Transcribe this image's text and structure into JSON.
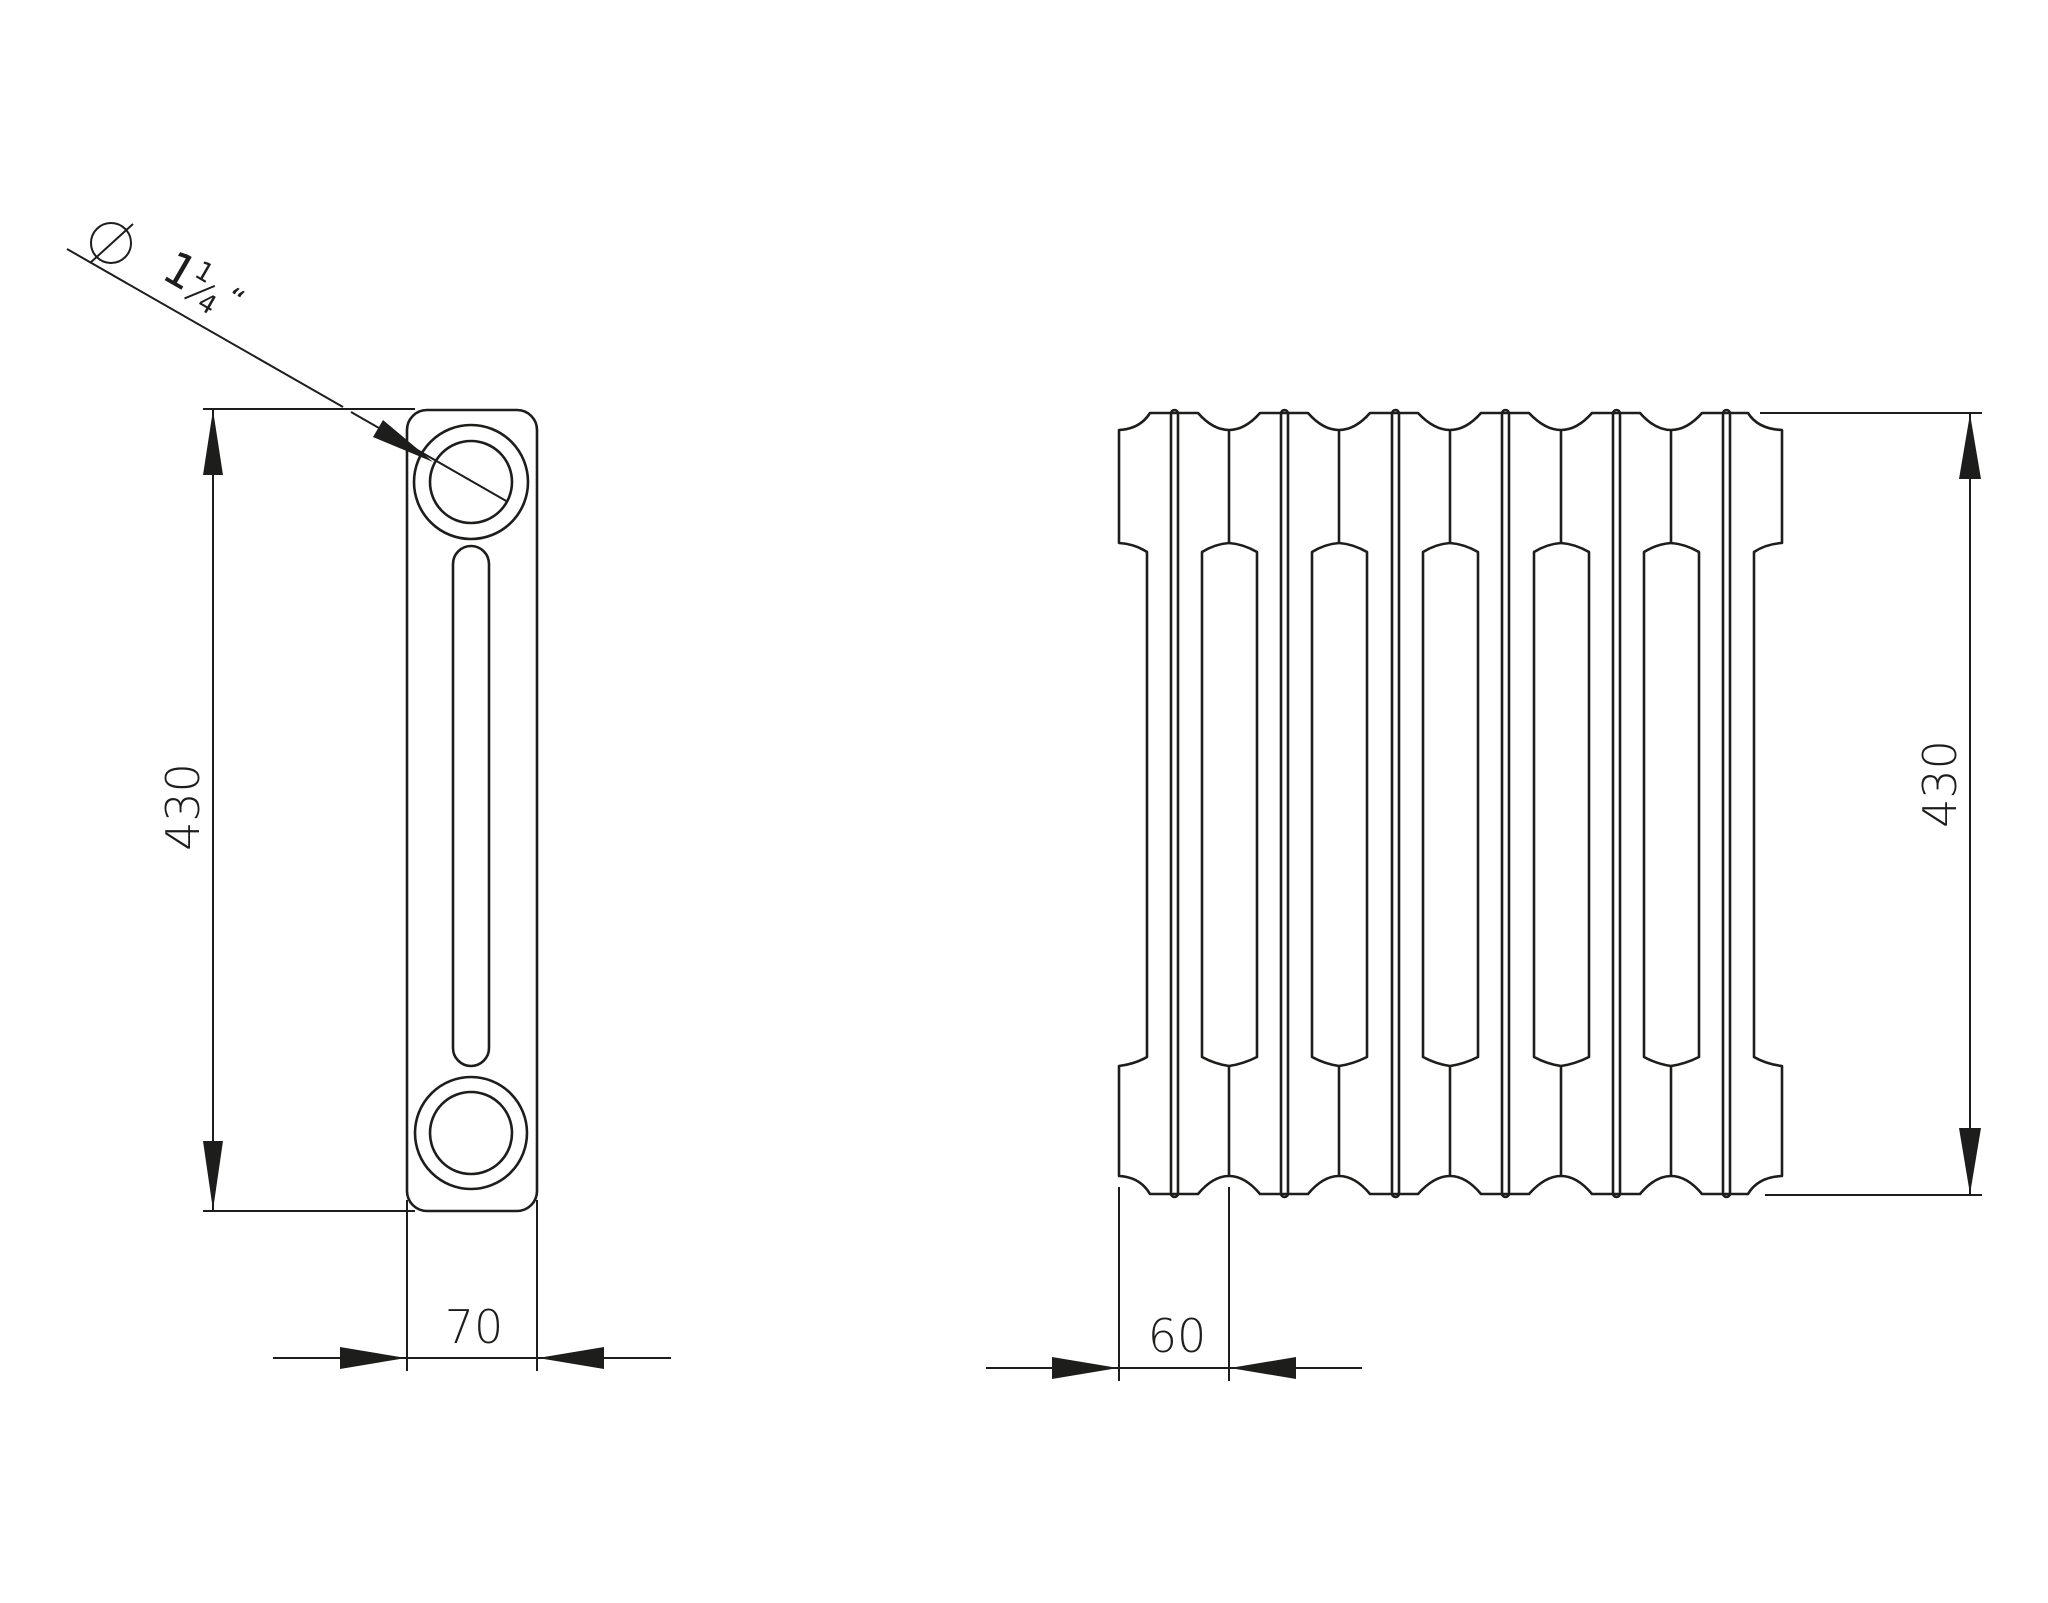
{
  "drawing": {
    "type": "technical radiator dimension drawing",
    "line_color": "#1d1d1b",
    "background": "#ffffff"
  },
  "side_view": {
    "pipe_diameter_symbol": "⌀",
    "pipe_diameter_whole": "1",
    "pipe_diameter_num": "1",
    "pipe_diameter_den": "4",
    "pipe_diameter_unit": "“",
    "pipe_diameter_label": "⌀ 1 1/4\"",
    "height_label": "430",
    "depth_label": "70"
  },
  "front_view": {
    "sections": 6,
    "height_label": "430",
    "section_width_label": "60"
  }
}
